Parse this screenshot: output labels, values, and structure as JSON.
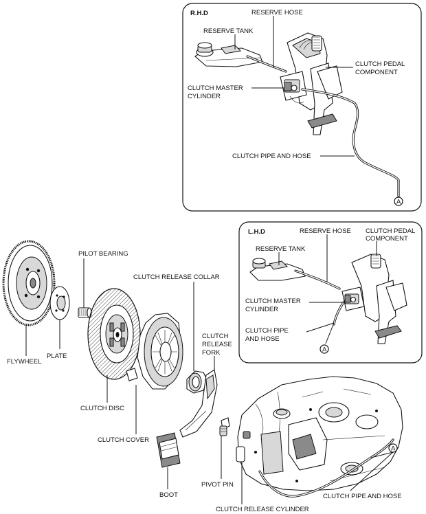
{
  "rhd_panel": {
    "title": "R.H.D",
    "labels": {
      "reserve_hose": "RESERVE HOSE",
      "reserve_tank": "RESERVE TANK",
      "clutch_pedal_1": "CLUTCH PEDAL",
      "clutch_pedal_2": "COMPONENT",
      "master_cyl_1": "CLUTCH MASTER",
      "master_cyl_2": "CYLINDER",
      "pipe_hose": "CLUTCH PIPE AND HOSE",
      "marker": "A"
    }
  },
  "lhd_panel": {
    "title": "L.H.D",
    "labels": {
      "reserve_hose": "RESERVE HOSE",
      "reserve_tank": "RESERVE TANK",
      "clutch_pedal_1": "CLUTCH PEDAL",
      "clutch_pedal_2": "COMPONENT",
      "master_cyl_1": "CLUTCH MASTER",
      "master_cyl_2": "CYLINDER",
      "pipe_hose_1": "CLUTCH PIPE",
      "pipe_hose_2": "AND HOSE",
      "marker": "A"
    }
  },
  "exploded_view": {
    "flywheel": "FLYWHEEL",
    "plate": "PLATE",
    "pilot_bearing": "PILOT BEARING",
    "release_collar": "CLUTCH RELEASE COLLAR",
    "release_fork_1": "CLUTCH",
    "release_fork_2": "RELEASE",
    "release_fork_3": "FORK",
    "clutch_disc": "CLUTCH DISC",
    "clutch_cover": "CLUTCH COVER",
    "boot": "BOOT",
    "pivot_pin": "PIVOT PIN",
    "pipe_hose": "CLUTCH PIPE AND HOSE",
    "release_cylinder": "CLUTCH RELEASE CYLINDER",
    "marker": "A"
  }
}
